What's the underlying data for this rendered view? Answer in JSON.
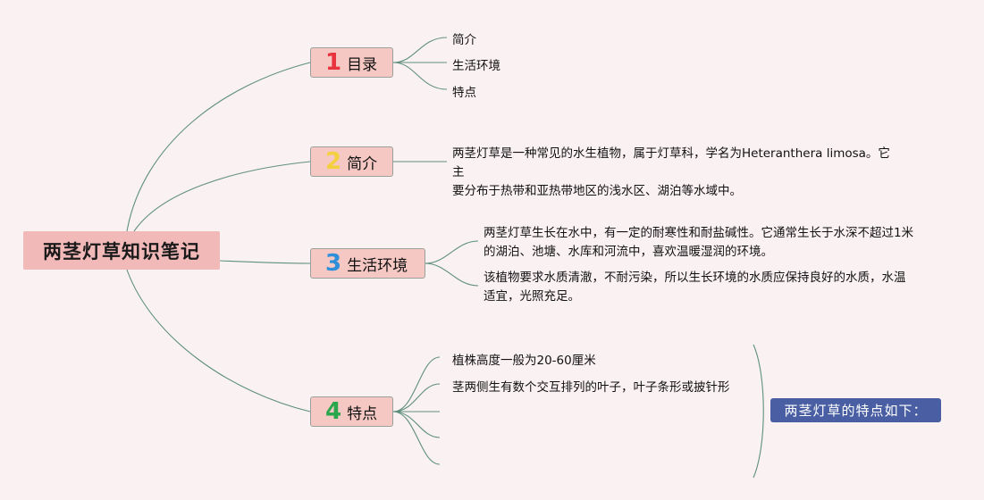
{
  "root": {
    "title": "两茎灯草知识笔记"
  },
  "colors": {
    "n1": "#e8343e",
    "n2": "#f4d03f",
    "n3": "#2f8fd8",
    "n4": "#2aa64c",
    "line": "#5f8f7e"
  },
  "sections": [
    {
      "num": "1",
      "label": "目录",
      "items": [
        "简介",
        "生活环境",
        "特点"
      ]
    },
    {
      "num": "2",
      "label": "简介",
      "lines": [
        "两茎灯草是一种常见的水生植物，属于灯草科，学名为Heteranthera limosa。它主",
        "要分布于热带和亚热带地区的浅水区、湖泊等水域中。"
      ]
    },
    {
      "num": "3",
      "label": "生活环境",
      "p1": [
        "两茎灯草生长在水中，有一定的耐寒性和耐盐碱性。它通常生长于水深不超过1米",
        "的湖泊、池塘、水库和河流中，喜欢温暖湿润的环境。"
      ],
      "p2": [
        "该植物要求水质清澈，不耐污染，所以生长环境的水质应保持良好的水质，水温",
        "适宜，光照充足。"
      ]
    },
    {
      "num": "4",
      "label": "特点",
      "items": [
        "植株高度一般为20-60厘米",
        "茎两侧生有数个交互排列的叶子，叶子条形或披针形"
      ]
    }
  ],
  "summary": "两茎灯草的特点如下："
}
